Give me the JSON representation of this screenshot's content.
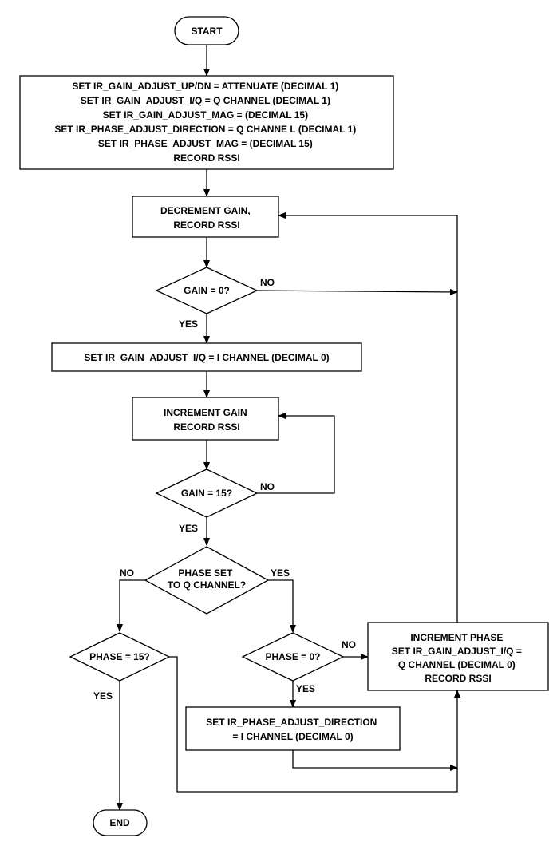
{
  "diagram": {
    "start": "START",
    "end": "END",
    "init": {
      "lines": [
        "SET IR_GAIN_ADJUST_UP/DN = ATTENUATE (DECIMAL 1)",
        "SET IR_GAIN_ADJUST_I/Q = Q CHANNEL (DECIMAL 1)",
        "SET IR_GAIN_ADJUST_MAG = (DECIMAL 15)",
        "SET IR_PHASE_ADJUST_DIRECTION = Q CHANNE L (DECIMAL 1)",
        "SET IR_PHASE_ADJUST_MAG = (DECIMAL 15)",
        "RECORD RSSI"
      ]
    },
    "decrement_gain": {
      "lines": [
        "DECREMENT GAIN,",
        "RECORD RSSI"
      ]
    },
    "gain_zero": {
      "text": "GAIN = 0?"
    },
    "set_i_channel": {
      "text": "SET IR_GAIN_ADJUST_I/Q = I CHANNEL (DECIMAL 0)"
    },
    "increment_gain": {
      "lines": [
        "INCREMENT GAIN",
        "RECORD RSSI"
      ]
    },
    "gain_fifteen": {
      "text": "GAIN = 15?"
    },
    "phase_q": {
      "lines": [
        "PHASE SET",
        "TO Q CHANNEL?"
      ]
    },
    "phase_fifteen": {
      "text": "PHASE = 15?"
    },
    "phase_zero": {
      "text": "PHASE = 0?"
    },
    "increment_phase": {
      "lines": [
        "INCREMENT PHASE",
        "SET IR_GAIN_ADJUST_I/Q =",
        "Q CHANNEL (DECIMAL 0)",
        "RECORD RSSI"
      ]
    },
    "set_phase_dir": {
      "lines": [
        "SET IR_PHASE_ADJUST_DIRECTION",
        "= I CHANNEL (DECIMAL 0)"
      ]
    },
    "labels": {
      "yes": "YES",
      "no": "NO"
    }
  }
}
